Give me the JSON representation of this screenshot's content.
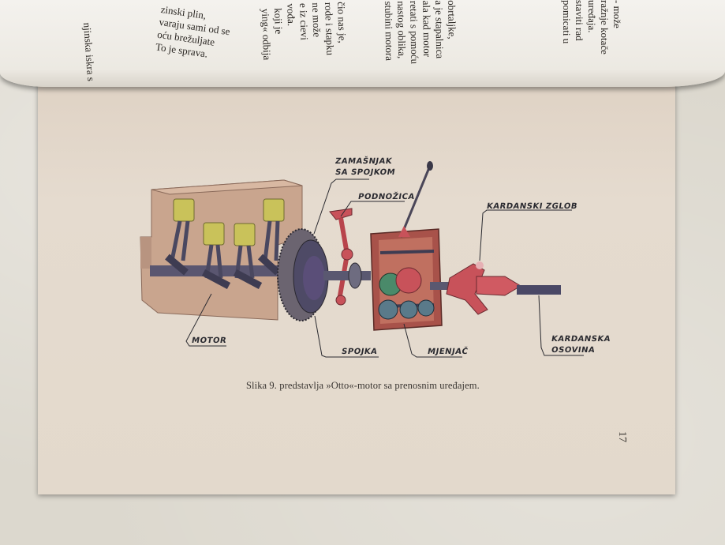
{
  "turned_page": {
    "left_lines": [
      "zinski plin,",
      "varaju sami od se",
      "oću brežuljate",
      "To je sprava.",
      "njinska iskra s"
    ],
    "mid_lines": [
      "čio nas je,",
      "rode i stapku",
      "ne može",
      "e iz cievi",
      "vođa.",
      "koji je",
      "ying« odbija"
    ],
    "right_lines": [
      "obrtaljke,",
      "a je stapalnica",
      "ala kad motor",
      "retati s pomoću",
      "nastog oblika,",
      "stubini motora"
    ],
    "far_lines": [
      "- može",
      "ražnje kotače",
      "uređaja.",
      "staviti rad",
      "pomicati u"
    ]
  },
  "figure": {
    "labels": {
      "flywheel_line1": "ZAMAŠNJAK",
      "flywheel_line2": "SA SPOJKOM",
      "pedal": "PODNOŽICA",
      "universal_joint": "KARDANSKI ZGLOB",
      "motor": "MOTOR",
      "clutch": "SPOJKA",
      "gearbox": "MJENJAČ",
      "shaft_line1": "KARDANSKA",
      "shaft_line2": "OSOVINA"
    },
    "caption": "Slika 9. predstavlja »Otto«-motor sa prenosnim uređajem."
  },
  "page_number": "17",
  "colors": {
    "engine_block": "#c9a58e",
    "piston": "#c9c25a",
    "flywheel": "#6b6470",
    "gearbox_case": "#a8524a",
    "joint": "#c8525a",
    "shaft": "#5a5870"
  }
}
